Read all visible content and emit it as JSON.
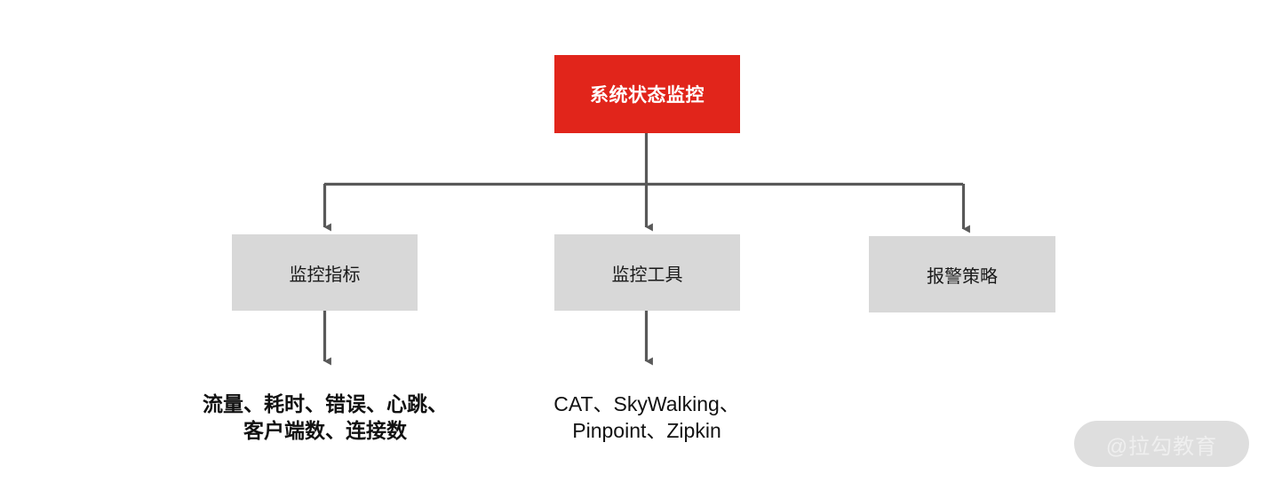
{
  "diagram": {
    "type": "tree",
    "title_node": {
      "label": "系统状态监控",
      "bg_color": "#E1251B",
      "text_color": "#FFFFFF"
    },
    "branch_bg_color": "#D8D8D8",
    "connector_color": "#595959",
    "branches": [
      {
        "label": "监控指标",
        "leaf": "流量、耗时、错误、心跳、\n客户端数、连接数",
        "leaf_line1": "流量、耗时、错误、心跳、",
        "leaf_line2": "客户端数、连接数"
      },
      {
        "label": "监控工具",
        "leaf": "CAT、SkyWalking、\nPinpoint、Zipkin",
        "leaf_line1": "CAT、SkyWalking、",
        "leaf_line2": "Pinpoint、Zipkin"
      },
      {
        "label": "报警策略",
        "leaf": "",
        "leaf_line1": "",
        "leaf_line2": ""
      }
    ]
  },
  "watermark": {
    "text": "@拉勾教育"
  }
}
